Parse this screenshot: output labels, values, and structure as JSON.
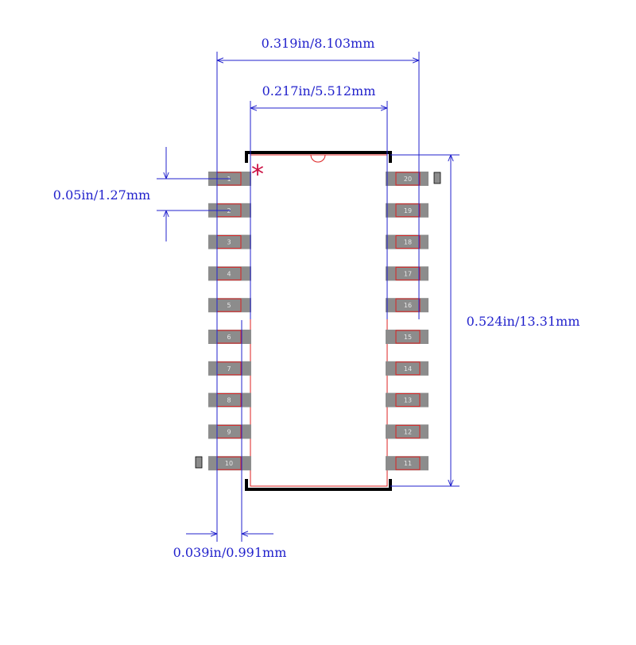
{
  "dimensions": {
    "width_overall": "0.319in/8.103mm",
    "width_body": "0.217in/5.512mm",
    "pin_pitch": "0.05in/1.27mm",
    "length": "0.524in/13.31mm",
    "pad_width": "0.039in/0.991mm"
  },
  "pin1_marker": "*",
  "pins_left": [
    "1",
    "2",
    "3",
    "4",
    "5",
    "6",
    "7",
    "8",
    "9",
    "10"
  ],
  "pins_right": [
    "20",
    "19",
    "18",
    "17",
    "16",
    "15",
    "14",
    "13",
    "12",
    "11"
  ],
  "colors": {
    "dimension": "#2222cc",
    "outline": "#dd2222",
    "pad": "#8c8c8c",
    "silkscreen": "#000000",
    "marker": "#cc1144"
  }
}
